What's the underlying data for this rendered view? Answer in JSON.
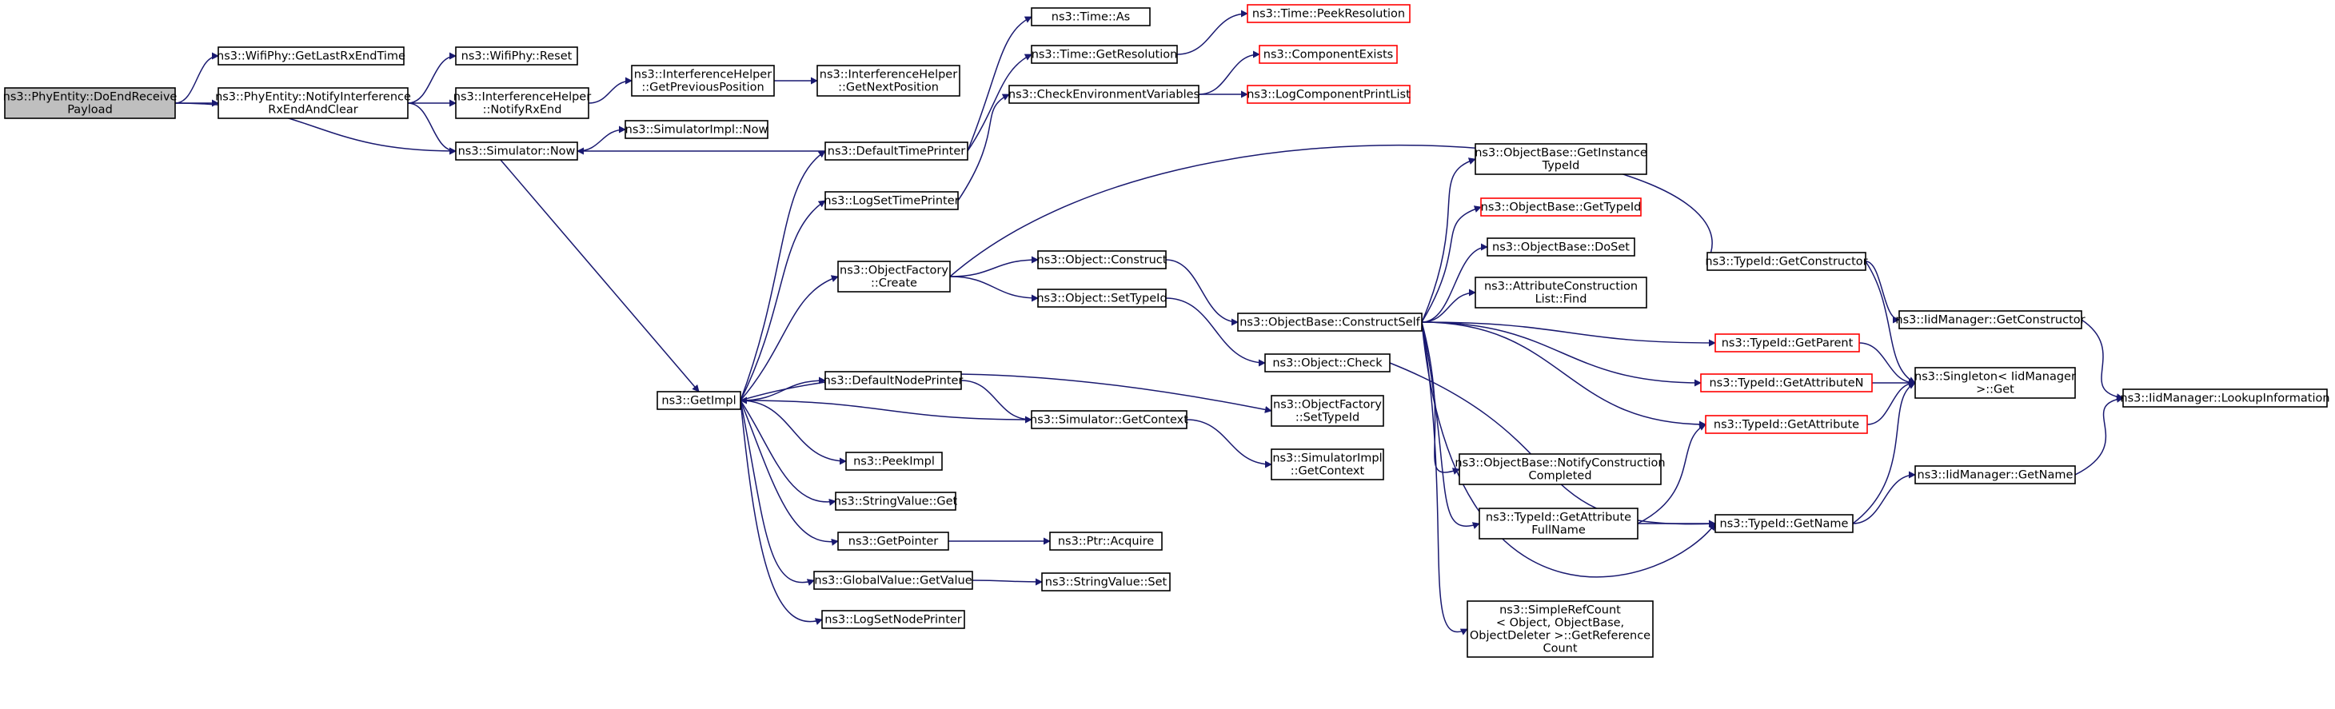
{
  "diagram": {
    "nodes": [
      {
        "id": "root",
        "lines": [
          "ns3::PhyEntity::DoEndReceive",
          "Payload"
        ],
        "root": true
      },
      {
        "id": "getlastrx",
        "lines": [
          "ns3::WifiPhy::GetLastRxEndTime"
        ]
      },
      {
        "id": "notifyinterf",
        "lines": [
          "ns3::PhyEntity::NotifyInterference",
          "RxEndAndClear"
        ]
      },
      {
        "id": "wifireset",
        "lines": [
          "ns3::WifiPhy::Reset"
        ]
      },
      {
        "id": "ihnotifyrxend",
        "lines": [
          "ns3::InterferenceHelper",
          "::NotifyRxEnd"
        ]
      },
      {
        "id": "ihgetprev",
        "lines": [
          "ns3::InterferenceHelper",
          "::GetPreviousPosition"
        ]
      },
      {
        "id": "ihgetnext",
        "lines": [
          "ns3::InterferenceHelper",
          "::GetNextPosition"
        ]
      },
      {
        "id": "simnow",
        "lines": [
          "ns3::Simulator::Now"
        ]
      },
      {
        "id": "simimplnow",
        "lines": [
          "ns3::SimulatorImpl::Now"
        ]
      },
      {
        "id": "deftimeprinter",
        "lines": [
          "ns3::DefaultTimePrinter"
        ]
      },
      {
        "id": "timeas",
        "lines": [
          "ns3::Time::As"
        ]
      },
      {
        "id": "timegetres",
        "lines": [
          "ns3::Time::GetResolution"
        ]
      },
      {
        "id": "timepeekres",
        "lines": [
          "ns3::Time::PeekResolution"
        ],
        "red": true
      },
      {
        "id": "checkenv",
        "lines": [
          "ns3::CheckEnvironmentVariables"
        ]
      },
      {
        "id": "compexists",
        "lines": [
          "ns3::ComponentExists"
        ],
        "red": true
      },
      {
        "id": "logcompprint",
        "lines": [
          "ns3::LogComponentPrintList"
        ],
        "red": true
      },
      {
        "id": "logsettime",
        "lines": [
          "ns3::LogSetTimePrinter"
        ]
      },
      {
        "id": "objfactcreate",
        "lines": [
          "ns3::ObjectFactory",
          "::Create"
        ]
      },
      {
        "id": "objconstruct",
        "lines": [
          "ns3::Object::Construct"
        ]
      },
      {
        "id": "objsettypeid",
        "lines": [
          "ns3::Object::SetTypeId"
        ]
      },
      {
        "id": "getimpl",
        "lines": [
          "ns3::GetImpl"
        ]
      },
      {
        "id": "defnodeprinter",
        "lines": [
          "ns3::DefaultNodePrinter"
        ]
      },
      {
        "id": "simgetcontext",
        "lines": [
          "ns3::Simulator::GetContext"
        ]
      },
      {
        "id": "peekimpl",
        "lines": [
          "ns3::PeekImpl"
        ]
      },
      {
        "id": "strvalget",
        "lines": [
          "ns3::StringValue::Get"
        ]
      },
      {
        "id": "getpointer",
        "lines": [
          "ns3::GetPointer"
        ]
      },
      {
        "id": "ptracquire",
        "lines": [
          "ns3::Ptr::Acquire"
        ]
      },
      {
        "id": "globalgetvalue",
        "lines": [
          "ns3::GlobalValue::GetValue"
        ]
      },
      {
        "id": "strvalset",
        "lines": [
          "ns3::StringValue::Set"
        ]
      },
      {
        "id": "logsetnode",
        "lines": [
          "ns3::LogSetNodePrinter"
        ]
      },
      {
        "id": "obconstructself",
        "lines": [
          "ns3::ObjectBase::ConstructSelf"
        ]
      },
      {
        "id": "objcheck",
        "lines": [
          "ns3::Object::Check"
        ]
      },
      {
        "id": "objfactsettypeid",
        "lines": [
          "ns3::ObjectFactory",
          "::SetTypeId"
        ]
      },
      {
        "id": "simimplgetctx",
        "lines": [
          "ns3::SimulatorImpl",
          "::GetContext"
        ]
      },
      {
        "id": "obgetinsttypeid",
        "lines": [
          "ns3::ObjectBase::GetInstance",
          "TypeId"
        ]
      },
      {
        "id": "obgettypeid",
        "lines": [
          "ns3::ObjectBase::GetTypeId"
        ],
        "red": true
      },
      {
        "id": "obdoset",
        "lines": [
          "ns3::ObjectBase::DoSet"
        ]
      },
      {
        "id": "attrconstfind",
        "lines": [
          "ns3::AttributeConstruction",
          "List::Find"
        ]
      },
      {
        "id": "obnotifyconst",
        "lines": [
          "ns3::ObjectBase::NotifyConstruction",
          "Completed"
        ]
      },
      {
        "id": "simplerefcount",
        "lines": [
          "ns3::SimpleRefCount",
          "< Object, ObjectBase,",
          " ObjectDeleter >::GetReference",
          "Count"
        ]
      },
      {
        "id": "typeidgetctor",
        "lines": [
          "ns3::TypeId::GetConstructor"
        ]
      },
      {
        "id": "typeidgetparent",
        "lines": [
          "ns3::TypeId::GetParent"
        ],
        "red": true
      },
      {
        "id": "typeidgetattrn",
        "lines": [
          "ns3::TypeId::GetAttributeN"
        ],
        "red": true
      },
      {
        "id": "typeidgetattr",
        "lines": [
          "ns3::TypeId::GetAttribute"
        ],
        "red": true
      },
      {
        "id": "typeidgetattrfull",
        "lines": [
          "ns3::TypeId::GetAttribute",
          "FullName"
        ]
      },
      {
        "id": "typeidgetname",
        "lines": [
          "ns3::TypeId::GetName"
        ]
      },
      {
        "id": "iidgetctor",
        "lines": [
          "ns3::IidManager::GetConstructor"
        ]
      },
      {
        "id": "singletonget",
        "lines": [
          "ns3::Singleton< IidManager",
          " >::Get"
        ]
      },
      {
        "id": "iidgetname",
        "lines": [
          "ns3::IidManager::GetName"
        ]
      },
      {
        "id": "iidlookup",
        "lines": [
          "ns3::IidManager::LookupInformation"
        ]
      }
    ],
    "edges": [
      [
        "root",
        "getlastrx"
      ],
      [
        "root",
        "notifyinterf"
      ],
      [
        "root",
        "simnow"
      ],
      [
        "notifyinterf",
        "wifireset"
      ],
      [
        "notifyinterf",
        "ihnotifyrxend"
      ],
      [
        "notifyinterf",
        "simnow"
      ],
      [
        "ihnotifyrxend",
        "ihgetprev"
      ],
      [
        "ihgetprev",
        "ihgetnext"
      ],
      [
        "simnow",
        "simimplnow"
      ],
      [
        "simnow",
        "getimpl"
      ],
      [
        "deftimeprinter",
        "simnow"
      ],
      [
        "deftimeprinter",
        "timeas"
      ],
      [
        "deftimeprinter",
        "timegetres"
      ],
      [
        "timegetres",
        "timepeekres"
      ],
      [
        "checkenv",
        "compexists"
      ],
      [
        "checkenv",
        "logcompprint"
      ],
      [
        "logsettime",
        "checkenv"
      ],
      [
        "objfactcreate",
        "objconstruct"
      ],
      [
        "objfactcreate",
        "objsettypeid"
      ],
      [
        "objfactcreate",
        "typeidgetctor"
      ],
      [
        "objconstruct",
        "obconstructself"
      ],
      [
        "objsettypeid",
        "objcheck"
      ],
      [
        "getimpl",
        "deftimeprinter"
      ],
      [
        "getimpl",
        "logsettime"
      ],
      [
        "getimpl",
        "objfactcreate"
      ],
      [
        "getimpl",
        "defnodeprinter"
      ],
      [
        "getimpl",
        "objfactsettypeid"
      ],
      [
        "getimpl",
        "peekimpl"
      ],
      [
        "getimpl",
        "strvalget"
      ],
      [
        "getimpl",
        "getpointer"
      ],
      [
        "getimpl",
        "globalgetvalue"
      ],
      [
        "getimpl",
        "logsetnode"
      ],
      [
        "defnodeprinter",
        "simgetcontext"
      ],
      [
        "simgetcontext",
        "getimpl"
      ],
      [
        "simgetcontext",
        "simimplgetctx"
      ],
      [
        "getpointer",
        "ptracquire"
      ],
      [
        "globalgetvalue",
        "strvalset"
      ],
      [
        "obconstructself",
        "obgetinsttypeid"
      ],
      [
        "obconstructself",
        "obgettypeid"
      ],
      [
        "obconstructself",
        "obdoset"
      ],
      [
        "obconstructself",
        "attrconstfind"
      ],
      [
        "obconstructself",
        "typeidgetparent"
      ],
      [
        "obconstructself",
        "typeidgetattrn"
      ],
      [
        "obconstructself",
        "typeidgetattr"
      ],
      [
        "obconstructself",
        "obnotifyconst"
      ],
      [
        "obconstructself",
        "typeidgetattrfull"
      ],
      [
        "obconstructself",
        "simplerefcount"
      ],
      [
        "obconstructself",
        "typeidgetname"
      ],
      [
        "objcheck",
        "typeidgetname"
      ],
      [
        "typeidgetctor",
        "iidgetctor"
      ],
      [
        "typeidgetctor",
        "singletonget"
      ],
      [
        "iidgetctor",
        "iidlookup"
      ],
      [
        "typeidgetparent",
        "singletonget"
      ],
      [
        "typeidgetattrn",
        "singletonget"
      ],
      [
        "typeidgetattr",
        "singletonget"
      ],
      [
        "typeidgetattrfull",
        "typeidgetattr"
      ],
      [
        "typeidgetattrfull",
        "typeidgetname"
      ],
      [
        "typeidgetname",
        "singletonget"
      ],
      [
        "typeidgetname",
        "iidgetname"
      ],
      [
        "iidgetname",
        "iidlookup"
      ]
    ]
  }
}
